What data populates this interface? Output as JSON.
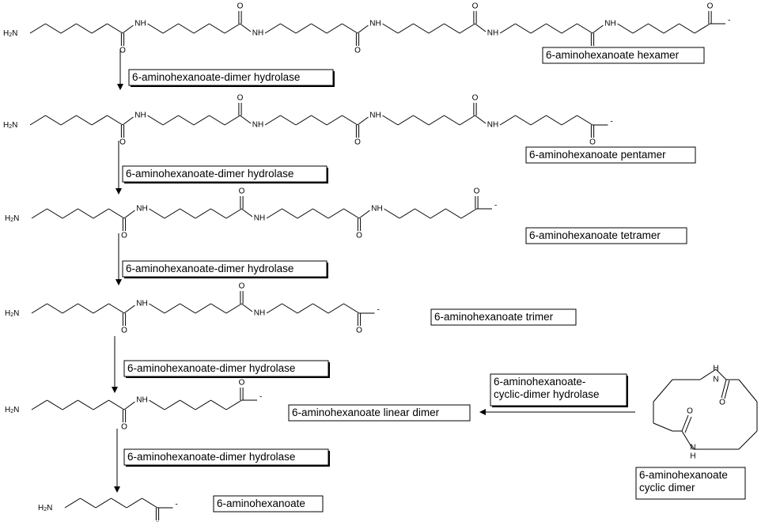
{
  "atoms": {
    "amine": "H2N",
    "amide_nh": "NH",
    "oxygen": "O",
    "charge": "-",
    "ring_nh": "N",
    "ring_h": "H"
  },
  "compounds": {
    "hexamer": "6-aminohexanoate hexamer",
    "pentamer": "6-aminohexanoate pentamer",
    "tetramer": "6-aminohexanoate tetramer",
    "trimer": "6-aminohexanoate trimer",
    "linear_dimer": "6-aminohexanoate linear dimer",
    "monomer": "6-aminohexanoate",
    "cyclic_dimer_line1": "6-aminohexanoate",
    "cyclic_dimer_line2": "cyclic dimer"
  },
  "enzymes": {
    "dimer_hydrolase": "6-aminohexanoate-dimer hydrolase",
    "cyclic_hydrolase_line1": "6-aminohexanoate-",
    "cyclic_hydrolase_line2": "cyclic-dimer hydrolase"
  }
}
